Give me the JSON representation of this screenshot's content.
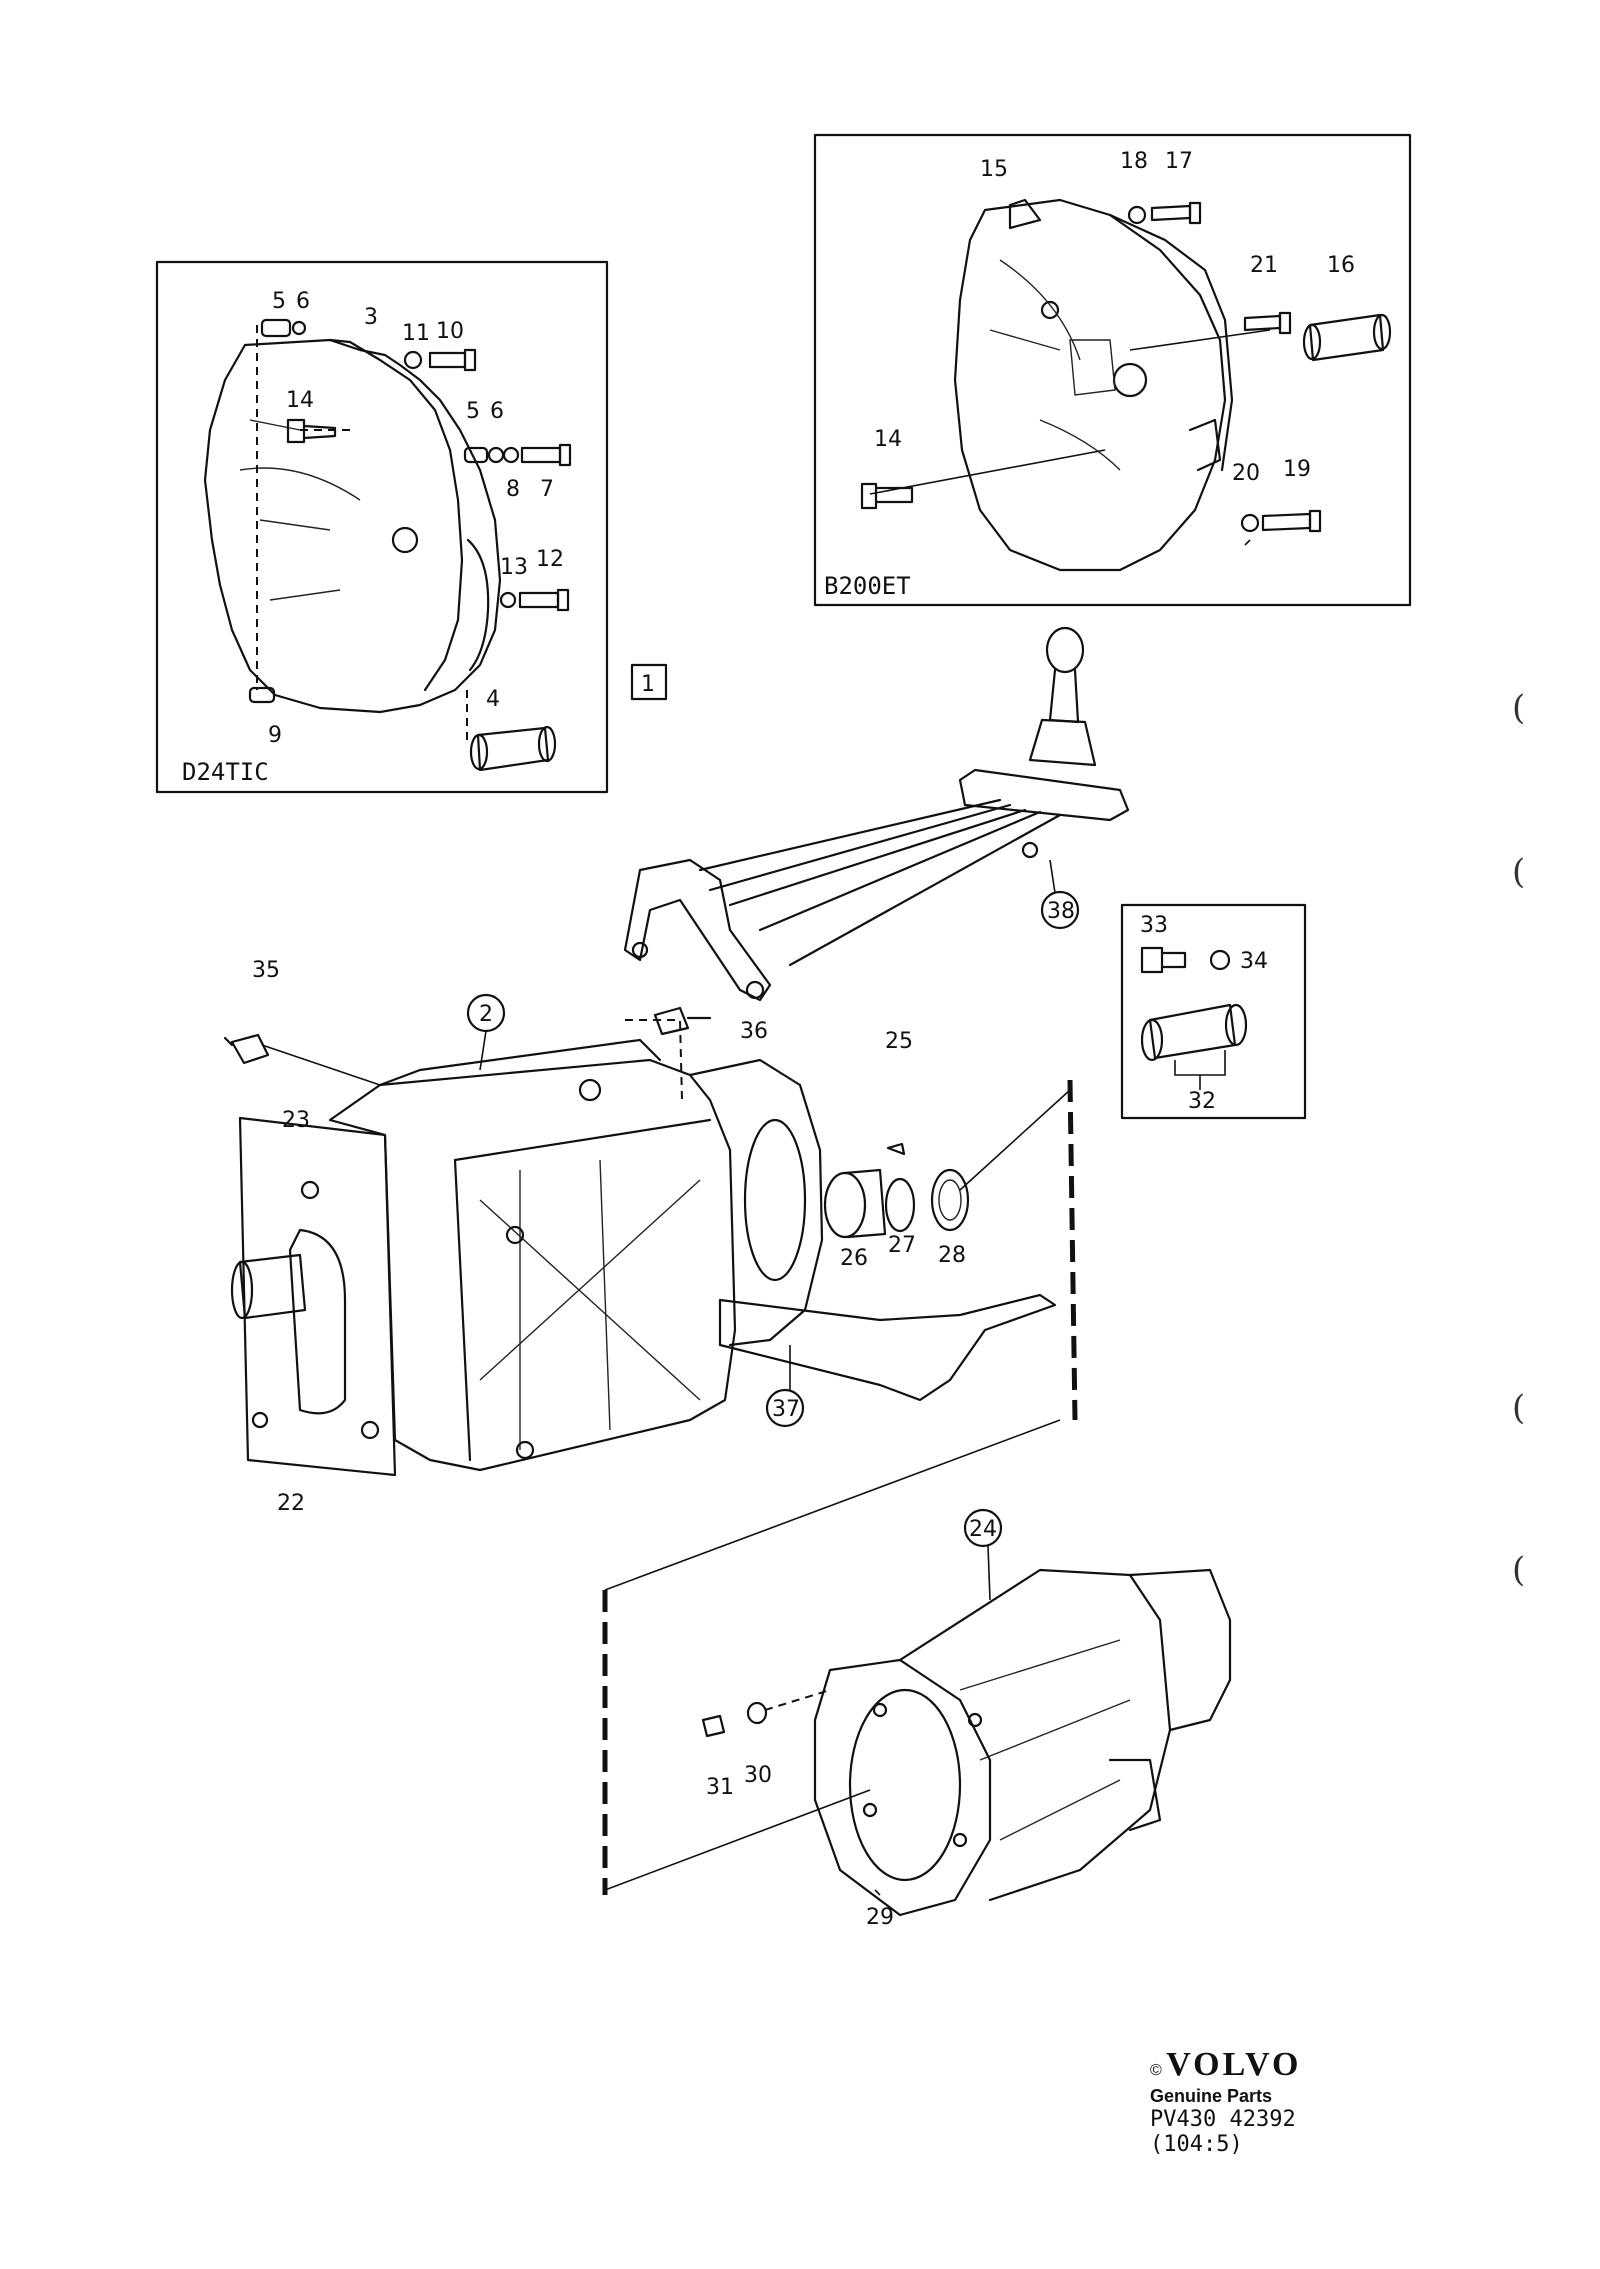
{
  "insets": {
    "d24": {
      "caption": "D24TIC"
    },
    "b200": {
      "caption": "B200ET"
    },
    "boxed_ref": "1"
  },
  "labels": {
    "d24": [
      "5",
      "6",
      "3",
      "11",
      "10",
      "14",
      "5",
      "6",
      "8",
      "7",
      "13",
      "12",
      "9",
      "4"
    ],
    "b200": [
      "15",
      "18",
      "17",
      "21",
      "16",
      "14",
      "20",
      "19"
    ],
    "main": [
      "35",
      "2",
      "36",
      "25",
      "23",
      "26",
      "27",
      "28",
      "22",
      "37",
      "38",
      "33",
      "34",
      "32",
      "24",
      "31",
      "30",
      "29"
    ]
  },
  "footer": {
    "copyright": "©",
    "brand": "VOLVO",
    "subtitle": "Genuine Parts",
    "code": "PV430 42392",
    "ref": "(104:5)"
  },
  "margin_marks": [
    "(",
    "(",
    "(",
    "("
  ]
}
